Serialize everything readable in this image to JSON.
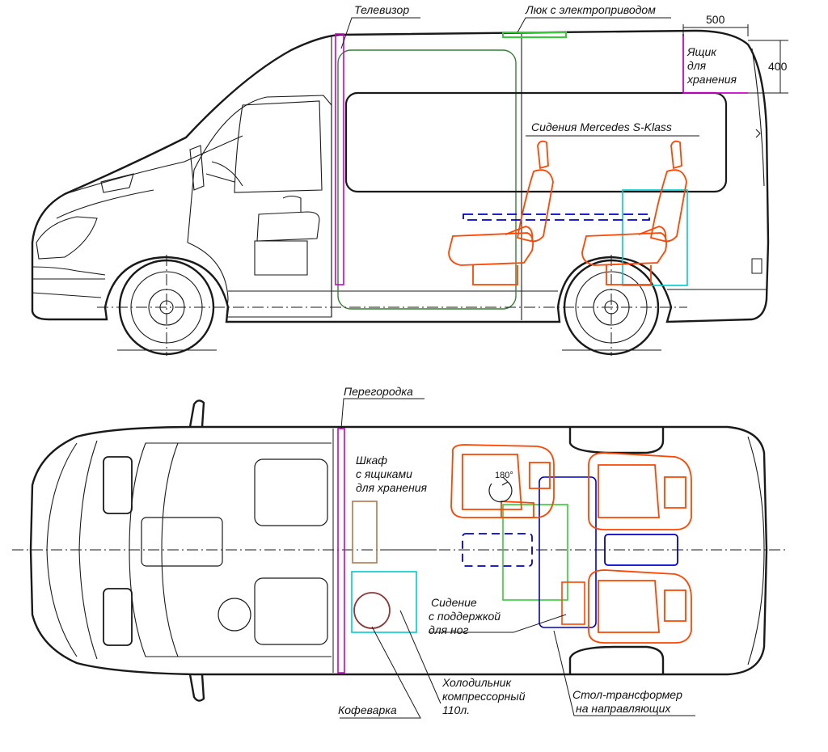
{
  "labels": {
    "tv": "Телевизор",
    "hatch": "Люк с электроприводом",
    "dim_length": "500",
    "dim_height": "400",
    "storage_box": [
      "Ящик",
      "для",
      "хранения"
    ],
    "seats_title": "Сидения Mercedes S-Klass",
    "partition": "Перегородка",
    "cabinet": [
      "Шкаф",
      "с ящиками",
      "для хранения"
    ],
    "rotation": "180°",
    "seat_footrest": [
      "Сидение",
      "с поддержкой",
      "для ног"
    ],
    "coffee_maker": "Кофеварка",
    "fridge": [
      "Холодильник",
      "компрессорный",
      "110л."
    ],
    "table": [
      "Стол-трансформер",
      "на направляющих"
    ]
  },
  "colors": {
    "outline": "#1a1a1a",
    "seat": "#ff4500",
    "partition": "#cc00cc",
    "hatch": "#33cc33",
    "rail_table": "#0000cc",
    "green_outline": "#338033",
    "cyan": "#00cccc",
    "cabinet": "#b07850",
    "fridge": "#8b3a3a"
  }
}
